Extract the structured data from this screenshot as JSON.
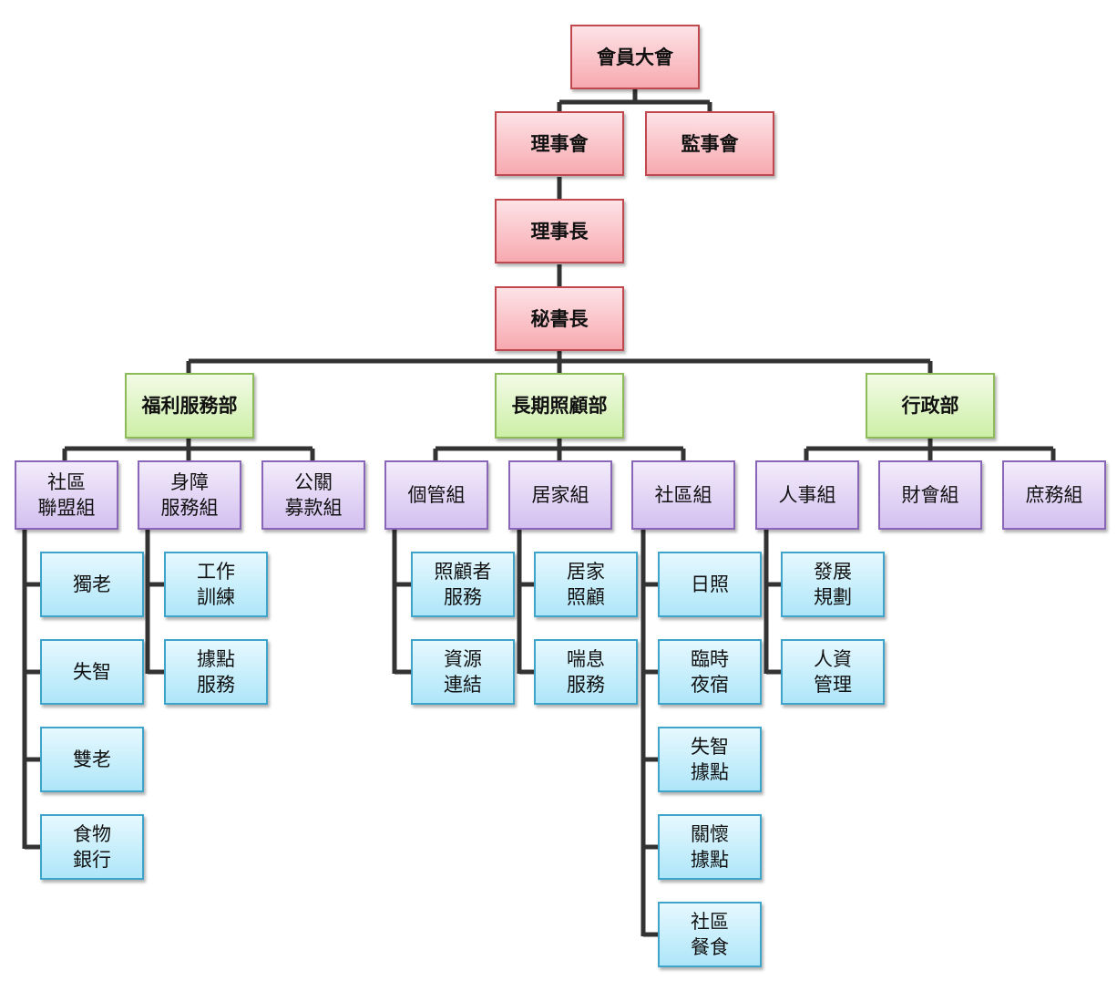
{
  "governance": {
    "general_assembly": "會員大會",
    "board_of_directors": "理事會",
    "board_of_supervisors": "監事會",
    "chairman": "理事長",
    "secretary_general": "秘書長"
  },
  "departments": [
    "福利服務部",
    "長期照顧部",
    "行政部"
  ],
  "groups": [
    "社區\n聯盟組",
    "身障\n服務組",
    "公關\n募款組",
    "個管組",
    "居家組",
    "社區組",
    "人事組",
    "財會組",
    "庶務組"
  ],
  "units": {
    "community_alliance": [
      "獨老",
      "失智",
      "雙老",
      "食物\n銀行"
    ],
    "disability": [
      "工作\n訓練",
      "據點\n服務"
    ],
    "case_management": [
      "照顧者\n服務",
      "資源\n連結"
    ],
    "home_care": [
      "居家\n照顧",
      "喘息\n服務"
    ],
    "community": [
      "日照",
      "臨時\n夜宿",
      "失智\n據點",
      "關懷\n據點",
      "社區\n餐食"
    ],
    "personnel": [
      "發展\n規劃",
      "人資\n管理"
    ]
  }
}
